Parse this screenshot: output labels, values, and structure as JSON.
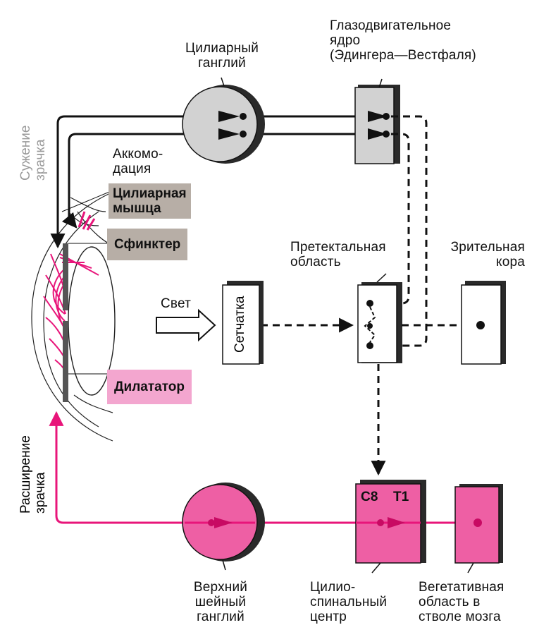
{
  "labels": {
    "oculomotor_nucleus": "Глазодвигательное\nядро\n(Эдингера—Вестфаля)",
    "ciliary_ganglion": "Цилиарный\nганглий",
    "accommodation": "Аккомо-\nдация",
    "ciliary_muscle": "Цилиарная\nмышца",
    "sphincter": "Сфинктер",
    "pretectal_area": "Претектальная\nобласть",
    "visual_cortex": "Зрительная\nкора",
    "light": "Свет",
    "retina": "Сетчатка",
    "dilator": "Дилататор",
    "c8": "C8",
    "t1": "T1",
    "superior_cervical_ganglion": "Верхний\nшейный\nганглий",
    "ciliospinal_center": "Цилио-\nспинальный\nцентр",
    "autonomic_area": "Вегетативная\nобласть в\nстволе мозга",
    "pupil_constriction": "Сужение\nзрачка",
    "pupil_dilation": "Расширение\nзрачка"
  },
  "colors": {
    "pink": "#e8157a",
    "pink_fill": "#ee5fa4",
    "taupe": "#b7aea6",
    "gray_block": "#d2d2d2",
    "dark": "#111111"
  }
}
